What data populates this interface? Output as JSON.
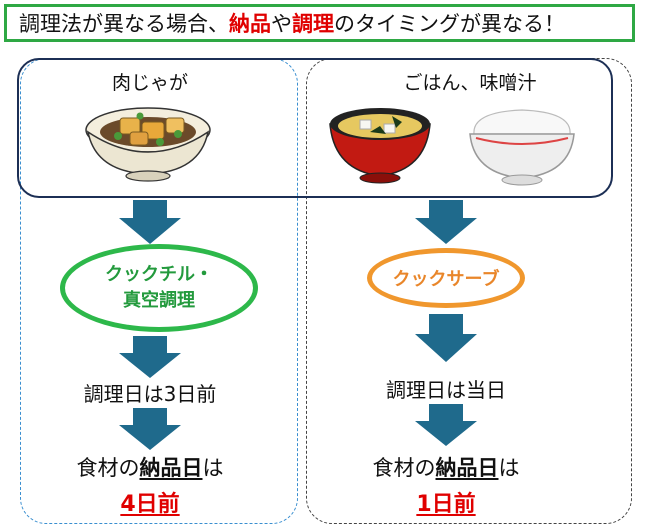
{
  "title": {
    "part1": "調理法が異なる場合、",
    "delivery_word": "納品",
    "part2": "や",
    "cooking_word": "調理",
    "part3": "のタイミングが異なる！"
  },
  "left": {
    "food": "肉じゃが",
    "method_line1": "クックチル・",
    "method_line2": "真空調理",
    "cook_day": "調理日は3日前",
    "delivery_prefix": "食材の",
    "delivery_term": "納品日",
    "delivery_suffix": "は",
    "days": "4日前"
  },
  "right": {
    "food": "ごはん、味噌汁",
    "method": "クックサーブ",
    "cook_day": "調理日は当日",
    "delivery_prefix": "食材の",
    "delivery_term": "納品日",
    "delivery_suffix": "は",
    "days": "1日前"
  },
  "colors": {
    "title_border": "#2ea844",
    "accent_red": "#e00000",
    "arrow": "#1f6a8c",
    "green_oval": "#2db84a",
    "orange_oval": "#f0972d",
    "left_dashed": "#3a8fd0"
  },
  "icons": [
    "nikujaga-bowl-icon",
    "miso-soup-bowl-icon",
    "rice-bowl-icon"
  ]
}
